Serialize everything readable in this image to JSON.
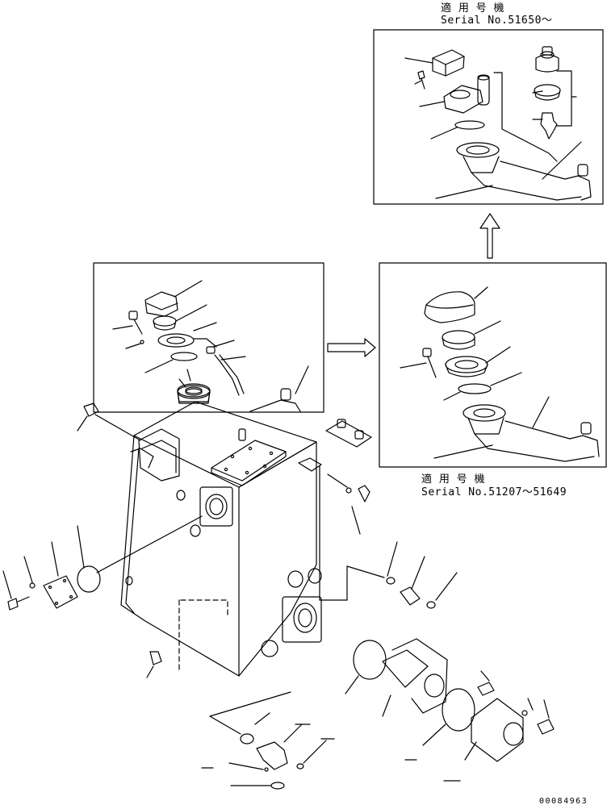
{
  "inset_upper": {
    "heading": "適 用 号 機",
    "serial": "Serial No.51650～"
  },
  "inset_lower": {
    "heading": "適 用 号 機",
    "serial": "Serial No.51207～51649"
  },
  "drawing_number": "00084963"
}
